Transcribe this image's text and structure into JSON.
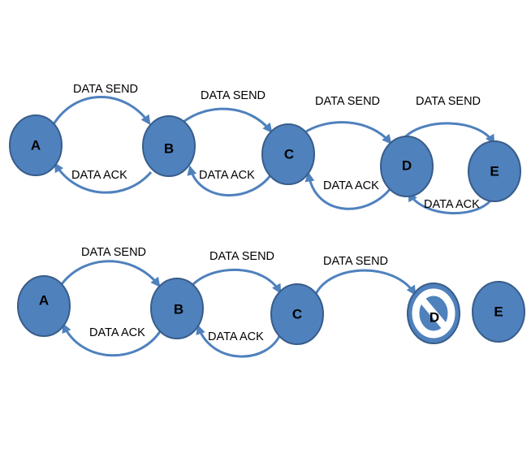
{
  "diagram": {
    "colors": {
      "node_fill": "#4f81bd",
      "node_stroke": "#385d8a",
      "edge": "#4f81bd",
      "blocked_mark": "#ffffff"
    },
    "top_row": {
      "nodes": [
        "A",
        "B",
        "C",
        "D",
        "E"
      ],
      "send_labels": [
        "DATA SEND",
        "DATA SEND",
        "DATA SEND",
        "DATA SEND"
      ],
      "ack_labels": [
        "DATA ACK",
        "DATA ACK",
        "DATA ACK",
        "DATA ACK"
      ]
    },
    "bottom_row": {
      "nodes": [
        "A",
        "B",
        "C",
        "D",
        "E"
      ],
      "send_labels": [
        "DATA SEND",
        "DATA SEND",
        "DATA SEND"
      ],
      "ack_labels": [
        "DATA ACK",
        "DATA ACK"
      ],
      "blocked_node": "D",
      "blocked_icon": "prohibited-icon"
    }
  }
}
